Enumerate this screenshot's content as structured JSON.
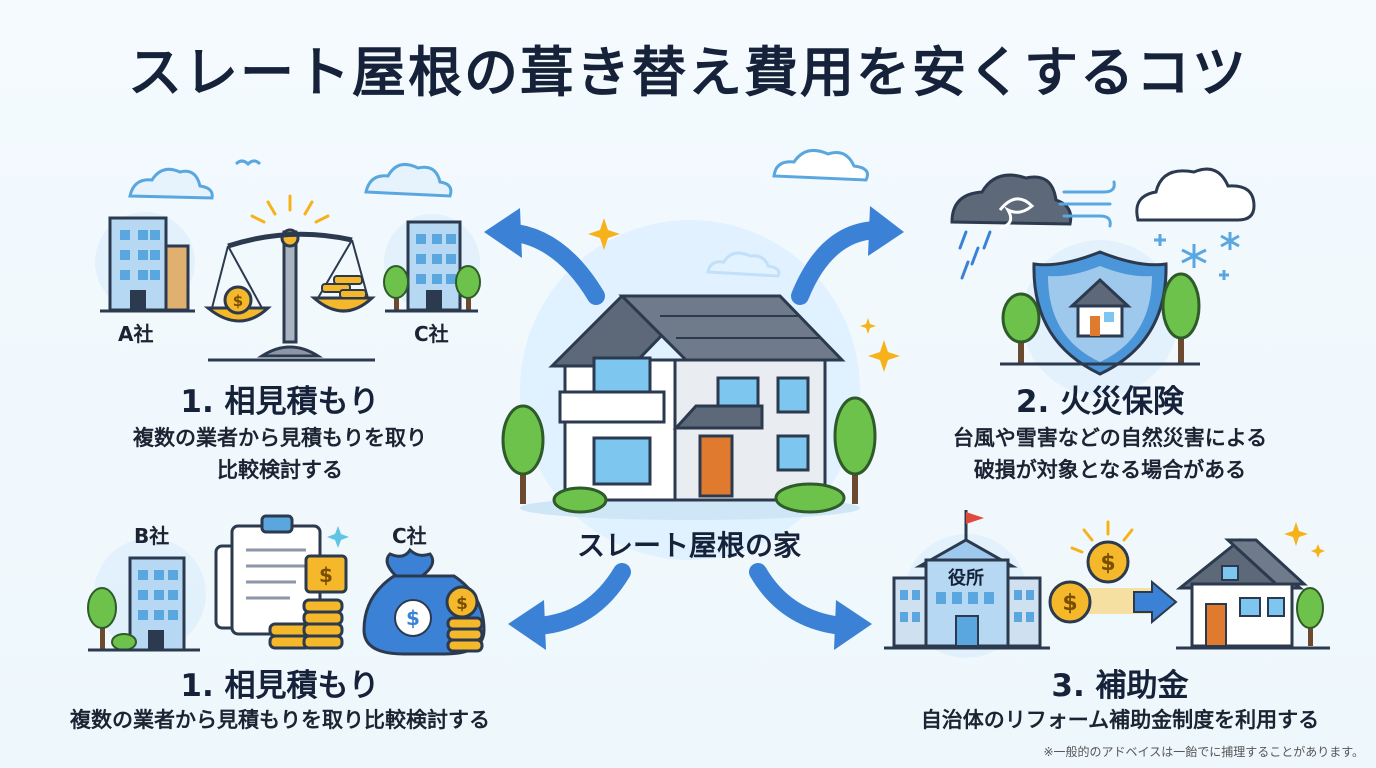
{
  "title": "スレート屋根の葺き替え費用を安くするコツ",
  "hub": {
    "label": "スレート屋根の家"
  },
  "sections": [
    {
      "heading": "1. 相見積もり",
      "desc_lines": [
        "複数の業者から見積もりを取り",
        "比較検討する"
      ],
      "companies": [
        "A社",
        "C社"
      ]
    },
    {
      "heading": "2. 火災保険",
      "desc_lines": [
        "台風や雪害などの自然災害による",
        "破損が対象となる場合がある"
      ]
    },
    {
      "heading": "1. 相見積もり",
      "desc_lines": [
        "複数の業者から見積もりを取り比較検討する"
      ],
      "companies": [
        "B社",
        "C社"
      ]
    },
    {
      "heading": "3. 補助金",
      "desc_lines": [
        "自治体のリフォーム補助金制度を利用する"
      ],
      "building_sign": "役所"
    }
  ],
  "footnote": "※一般的のアドベイスは一飴でに捕理することがあります。",
  "colors": {
    "arrow": "#3b82d6",
    "house_wall": "#ffffff",
    "roof": "#5d6878",
    "glass": "#7cc6ef",
    "tree": "#6cc24a",
    "coin": "#f5b82a",
    "building": "#9ec9ec",
    "shield": "#4b95d9",
    "sparkle": "#f6b21a"
  },
  "icons": [
    "scale-icon",
    "coin-icon",
    "office-building-icon",
    "storm-icon",
    "snowflake-icon",
    "shield-house-icon",
    "clipboard-icon",
    "money-bag-icon",
    "city-hall-icon",
    "cloud-icon",
    "tree-icon",
    "sparkle-icon"
  ]
}
